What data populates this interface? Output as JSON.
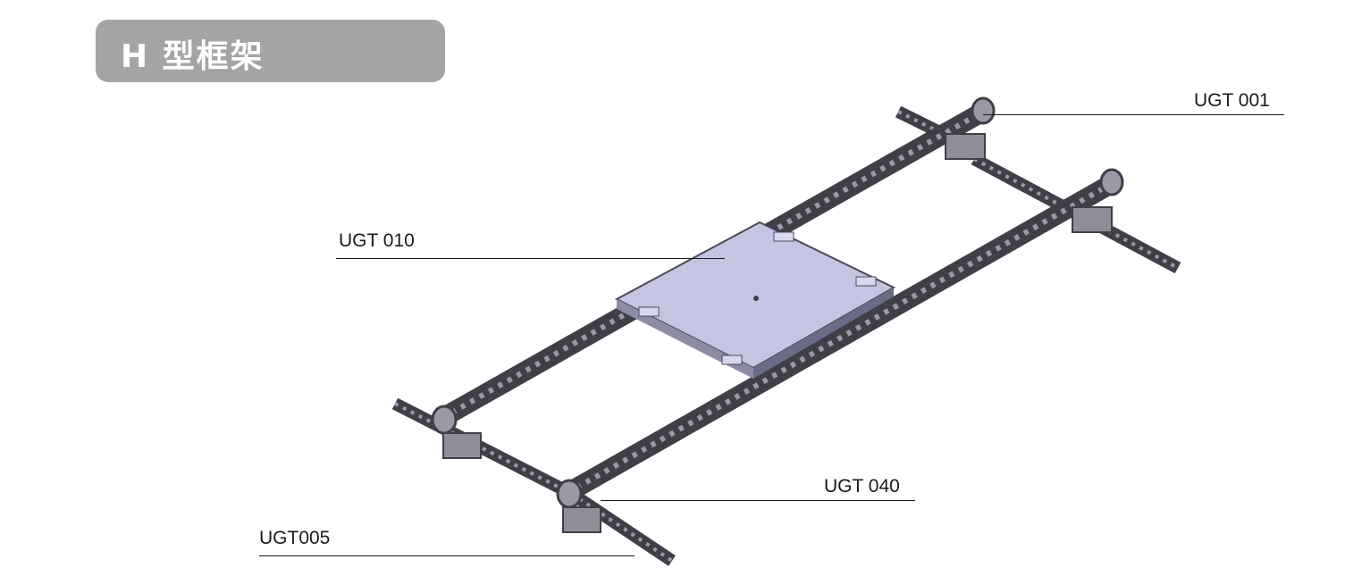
{
  "title": "H 型框架",
  "labels": {
    "ugt001": "UGT 001",
    "ugt010": "UGT 010",
    "ugt040": "UGT 040",
    "ugt005": "UGT005"
  },
  "colors": {
    "title_bg": "#a3a4a4",
    "beam": "#3f3f48",
    "beam_highlight": "#8a8a96",
    "plate": "#c5c4e2",
    "plate_edge": "#4a4a58"
  }
}
